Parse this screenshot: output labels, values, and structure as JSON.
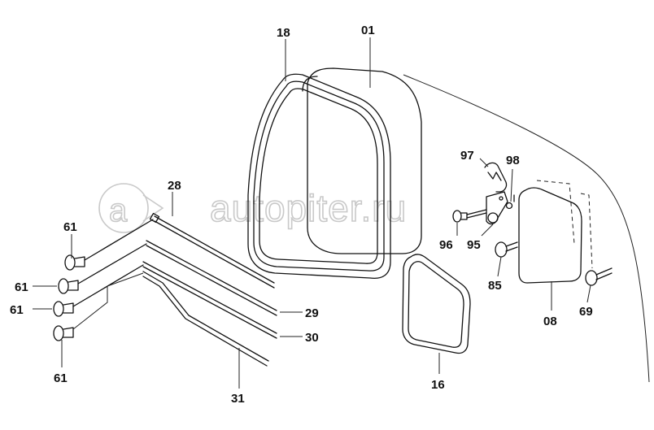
{
  "watermark": {
    "text": "autopiter.ru"
  },
  "callouts": {
    "c18": "18",
    "c01": "01",
    "c97": "97",
    "c98": "98",
    "c28": "28",
    "c61a": "61",
    "c61b": "61",
    "c61c": "61",
    "c61d": "61",
    "c96": "96",
    "c95": "95",
    "c85": "85",
    "c69": "69",
    "c08": "08",
    "c29": "29",
    "c30": "30",
    "c31": "31",
    "c16": "16"
  }
}
